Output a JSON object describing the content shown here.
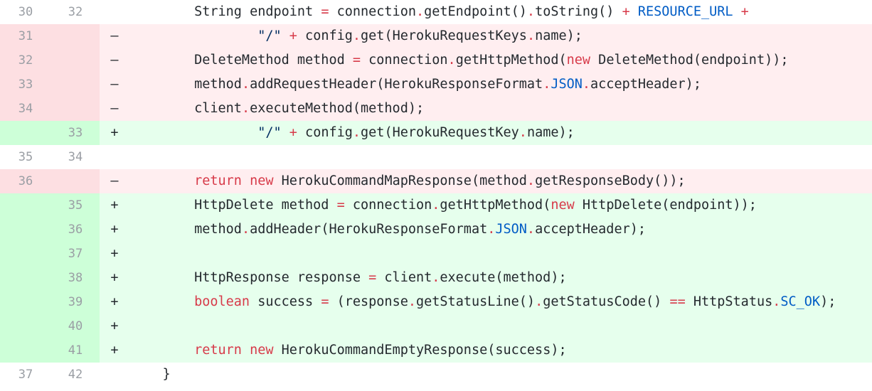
{
  "colors": {
    "added_bg": "#e6ffed",
    "added_gutter": "#cdffd8",
    "deleted_bg": "#ffeef0",
    "deleted_gutter": "#fddfe2",
    "keyword": "#d73a49",
    "constant": "#005cc5",
    "string": "#032f62"
  },
  "lines": [
    {
      "type": "ctx",
      "old": "30",
      "new": "32",
      "sign": "",
      "tokens": [
        {
          "t": "        String endpoint ",
          "c": "plain"
        },
        {
          "t": "=",
          "c": "op"
        },
        {
          "t": " connection",
          "c": "plain"
        },
        {
          "t": ".",
          "c": "op"
        },
        {
          "t": "getEndpoint()",
          "c": "plain"
        },
        {
          "t": ".",
          "c": "op"
        },
        {
          "t": "toString() ",
          "c": "plain"
        },
        {
          "t": "+",
          "c": "op"
        },
        {
          "t": " ",
          "c": "plain"
        },
        {
          "t": "RESOURCE_URL",
          "c": "const"
        },
        {
          "t": " ",
          "c": "plain"
        },
        {
          "t": "+",
          "c": "op"
        }
      ]
    },
    {
      "type": "del",
      "old": "31",
      "new": "",
      "sign": "–",
      "tokens": [
        {
          "t": "                ",
          "c": "plain"
        },
        {
          "t": "\"/\"",
          "c": "str"
        },
        {
          "t": " ",
          "c": "plain"
        },
        {
          "t": "+",
          "c": "op"
        },
        {
          "t": " config",
          "c": "plain"
        },
        {
          "t": ".",
          "c": "op"
        },
        {
          "t": "get(HerokuRequestKeys",
          "c": "plain"
        },
        {
          "t": ".",
          "c": "op"
        },
        {
          "t": "name);",
          "c": "plain"
        }
      ]
    },
    {
      "type": "del",
      "old": "32",
      "new": "",
      "sign": "–",
      "tokens": [
        {
          "t": "        DeleteMethod method ",
          "c": "plain"
        },
        {
          "t": "=",
          "c": "op"
        },
        {
          "t": " connection",
          "c": "plain"
        },
        {
          "t": ".",
          "c": "op"
        },
        {
          "t": "getHttpMethod(",
          "c": "plain"
        },
        {
          "t": "new",
          "c": "kw"
        },
        {
          "t": " DeleteMethod(endpoint));",
          "c": "plain"
        }
      ]
    },
    {
      "type": "del",
      "old": "33",
      "new": "",
      "sign": "–",
      "tokens": [
        {
          "t": "        method",
          "c": "plain"
        },
        {
          "t": ".",
          "c": "op"
        },
        {
          "t": "addRequestHeader(HerokuResponseFormat",
          "c": "plain"
        },
        {
          "t": ".",
          "c": "op"
        },
        {
          "t": "JSON",
          "c": "const"
        },
        {
          "t": ".",
          "c": "op"
        },
        {
          "t": "acceptHeader);",
          "c": "plain"
        }
      ]
    },
    {
      "type": "del",
      "old": "34",
      "new": "",
      "sign": "–",
      "tokens": [
        {
          "t": "        client",
          "c": "plain"
        },
        {
          "t": ".",
          "c": "op"
        },
        {
          "t": "executeMethod(method);",
          "c": "plain"
        }
      ]
    },
    {
      "type": "add",
      "old": "",
      "new": "33",
      "sign": "+",
      "tokens": [
        {
          "t": "                ",
          "c": "plain"
        },
        {
          "t": "\"/\"",
          "c": "str"
        },
        {
          "t": " ",
          "c": "plain"
        },
        {
          "t": "+",
          "c": "op"
        },
        {
          "t": " config",
          "c": "plain"
        },
        {
          "t": ".",
          "c": "op"
        },
        {
          "t": "get(HerokuRequestKey",
          "c": "plain"
        },
        {
          "t": ".",
          "c": "op"
        },
        {
          "t": "name);",
          "c": "plain"
        }
      ]
    },
    {
      "type": "ctx",
      "old": "35",
      "new": "34",
      "sign": "",
      "tokens": []
    },
    {
      "type": "del",
      "old": "36",
      "new": "",
      "sign": "–",
      "tokens": [
        {
          "t": "        ",
          "c": "plain"
        },
        {
          "t": "return",
          "c": "kw"
        },
        {
          "t": " ",
          "c": "plain"
        },
        {
          "t": "new",
          "c": "kw"
        },
        {
          "t": " HerokuCommandMapResponse(method",
          "c": "plain"
        },
        {
          "t": ".",
          "c": "op"
        },
        {
          "t": "getResponseBody());",
          "c": "plain"
        }
      ]
    },
    {
      "type": "add",
      "old": "",
      "new": "35",
      "sign": "+",
      "tokens": [
        {
          "t": "        HttpDelete method ",
          "c": "plain"
        },
        {
          "t": "=",
          "c": "op"
        },
        {
          "t": " connection",
          "c": "plain"
        },
        {
          "t": ".",
          "c": "op"
        },
        {
          "t": "getHttpMethod(",
          "c": "plain"
        },
        {
          "t": "new",
          "c": "kw"
        },
        {
          "t": " HttpDelete(endpoint));",
          "c": "plain"
        }
      ]
    },
    {
      "type": "add",
      "old": "",
      "new": "36",
      "sign": "+",
      "tokens": [
        {
          "t": "        method",
          "c": "plain"
        },
        {
          "t": ".",
          "c": "op"
        },
        {
          "t": "addHeader(HerokuResponseFormat",
          "c": "plain"
        },
        {
          "t": ".",
          "c": "op"
        },
        {
          "t": "JSON",
          "c": "const"
        },
        {
          "t": ".",
          "c": "op"
        },
        {
          "t": "acceptHeader);",
          "c": "plain"
        }
      ]
    },
    {
      "type": "add",
      "old": "",
      "new": "37",
      "sign": "+",
      "tokens": []
    },
    {
      "type": "add",
      "old": "",
      "new": "38",
      "sign": "+",
      "tokens": [
        {
          "t": "        HttpResponse response ",
          "c": "plain"
        },
        {
          "t": "=",
          "c": "op"
        },
        {
          "t": " client",
          "c": "plain"
        },
        {
          "t": ".",
          "c": "op"
        },
        {
          "t": "execute(method);",
          "c": "plain"
        }
      ]
    },
    {
      "type": "add",
      "old": "",
      "new": "39",
      "sign": "+",
      "tokens": [
        {
          "t": "        ",
          "c": "plain"
        },
        {
          "t": "boolean",
          "c": "kw"
        },
        {
          "t": " success ",
          "c": "plain"
        },
        {
          "t": "=",
          "c": "op"
        },
        {
          "t": " (response",
          "c": "plain"
        },
        {
          "t": ".",
          "c": "op"
        },
        {
          "t": "getStatusLine()",
          "c": "plain"
        },
        {
          "t": ".",
          "c": "op"
        },
        {
          "t": "getStatusCode() ",
          "c": "plain"
        },
        {
          "t": "==",
          "c": "op"
        },
        {
          "t": " HttpStatus",
          "c": "plain"
        },
        {
          "t": ".",
          "c": "op"
        },
        {
          "t": "SC_OK",
          "c": "const"
        },
        {
          "t": ");",
          "c": "plain"
        }
      ]
    },
    {
      "type": "add",
      "old": "",
      "new": "40",
      "sign": "+",
      "tokens": []
    },
    {
      "type": "add",
      "old": "",
      "new": "41",
      "sign": "+",
      "tokens": [
        {
          "t": "        ",
          "c": "plain"
        },
        {
          "t": "return",
          "c": "kw"
        },
        {
          "t": " ",
          "c": "plain"
        },
        {
          "t": "new",
          "c": "kw"
        },
        {
          "t": " HerokuCommandEmptyResponse(success);",
          "c": "plain"
        }
      ]
    },
    {
      "type": "ctx",
      "old": "37",
      "new": "42",
      "sign": "",
      "tokens": [
        {
          "t": "    }",
          "c": "plain"
        }
      ]
    }
  ]
}
